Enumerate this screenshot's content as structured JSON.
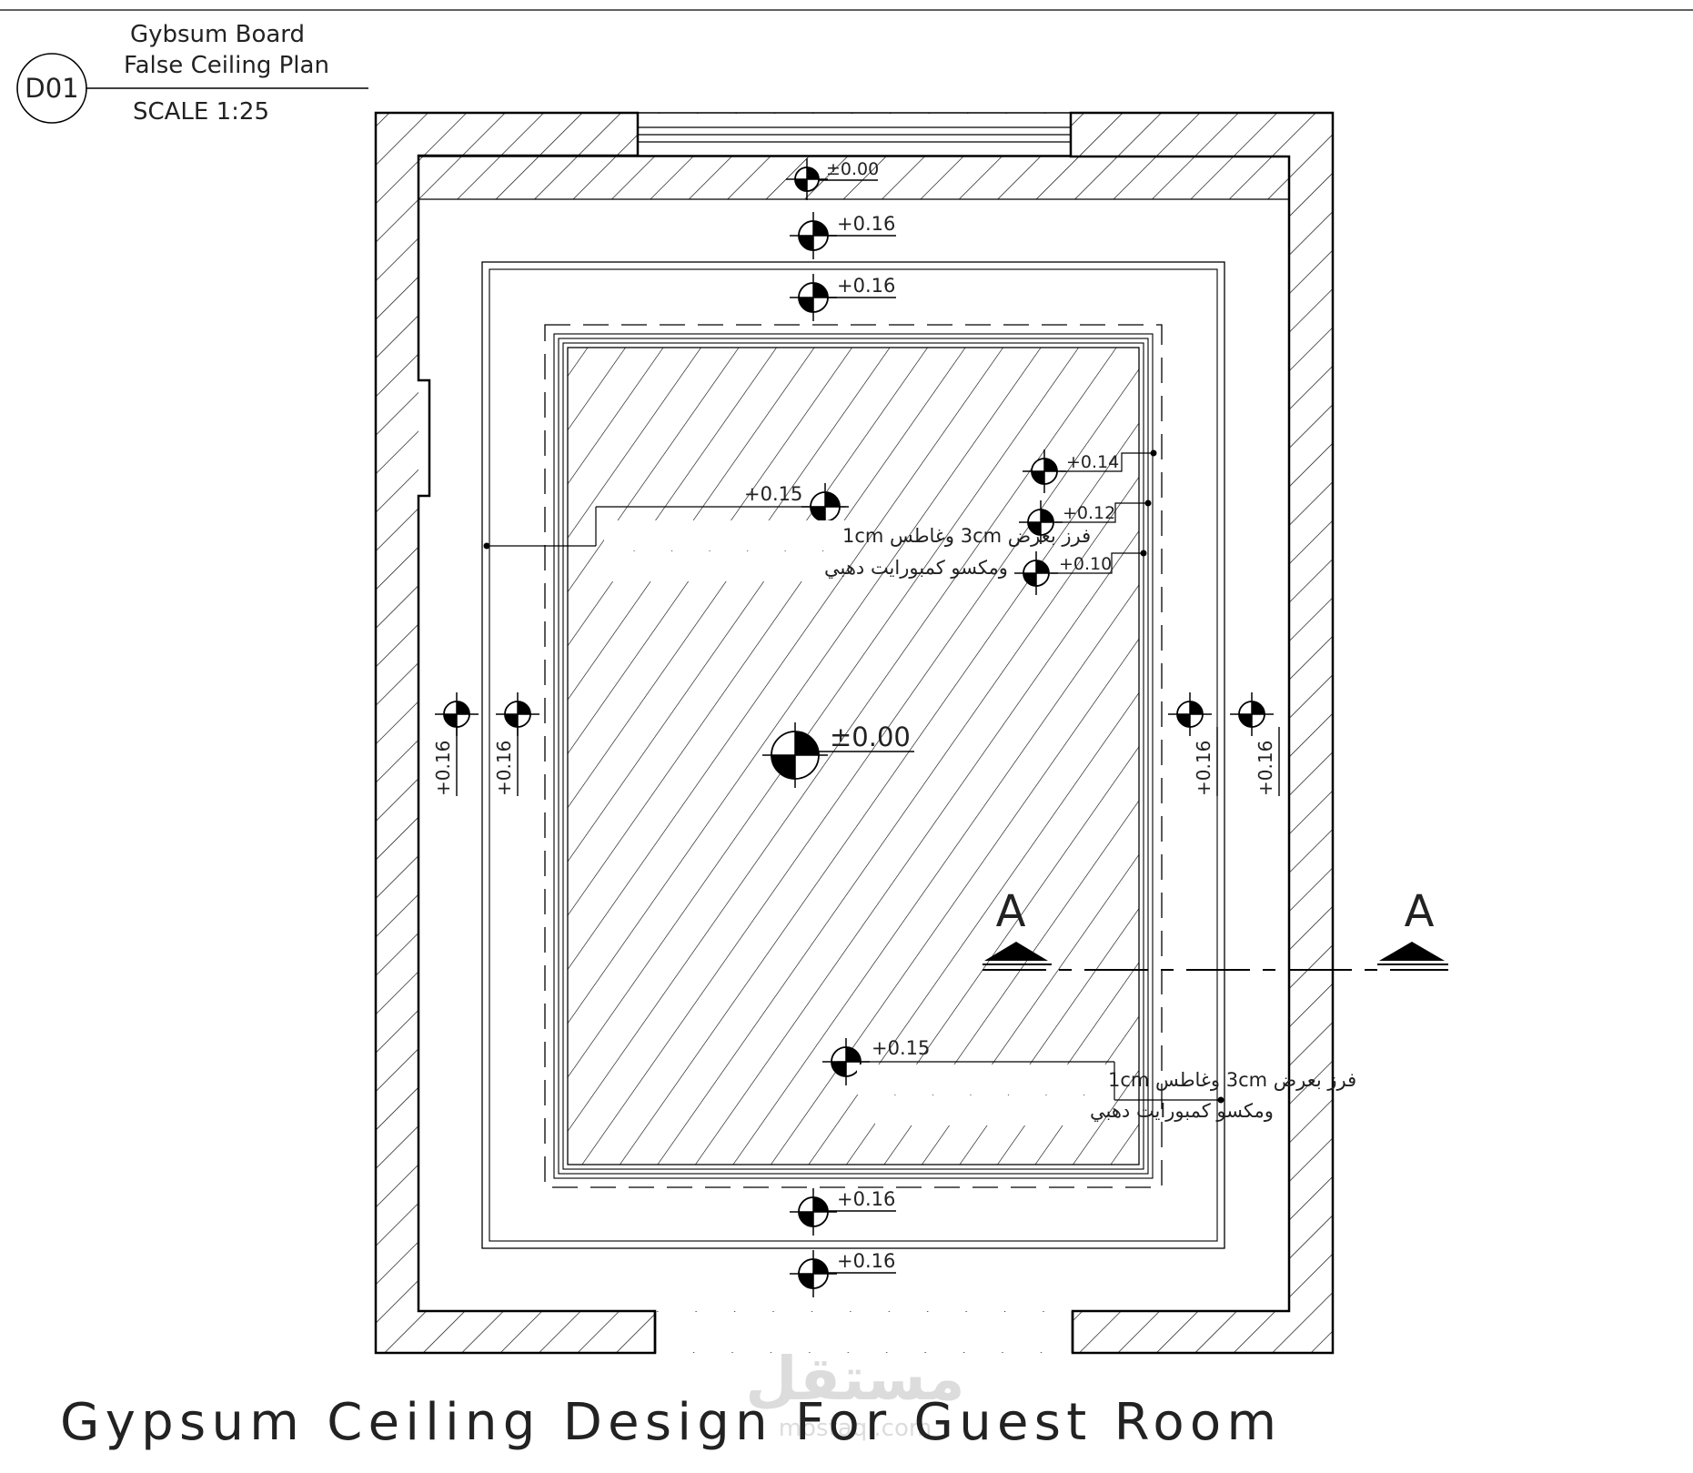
{
  "title_block": {
    "badge": "D01",
    "line1": "Gybsum  Board",
    "line2": "False  Ceiling  Plan",
    "scale": "SCALE  1:25"
  },
  "main_title": "Gypsum  Ceiling  Design  For  Guest  Room",
  "watermark": {
    "arabic": "مستقل",
    "latin": "mostaql.com"
  },
  "levels": {
    "top_window": "±0.00",
    "top_outer": "+0.16",
    "top_inner": "+0.16",
    "center": "±0.00",
    "note_upper": "+0.15",
    "note_lower": "+0.15",
    "step1": "+0.14",
    "step2": "+0.12",
    "step3": "+0.10",
    "bottom_inner": "+0.16",
    "bottom_outer": "+0.16",
    "left_outer": "+0.16",
    "left_inner": "+0.16",
    "right_inner": "+0.16",
    "right_outer": "+0.16"
  },
  "notes": {
    "upper_line1": "فرز بعرض 3cm وغاطس 1cm",
    "upper_line2": "ومكسو كمبورايت دهبي",
    "lower_line1": "فرز بعرض 3cm وغاطس 1cm",
    "lower_line2": "ومكسو كمبورايت دهبي"
  },
  "section": {
    "left_label": "A",
    "right_label": "A"
  },
  "colors": {
    "ink": "#000000",
    "text": "#222222",
    "watermark": "#d9d9d9"
  }
}
